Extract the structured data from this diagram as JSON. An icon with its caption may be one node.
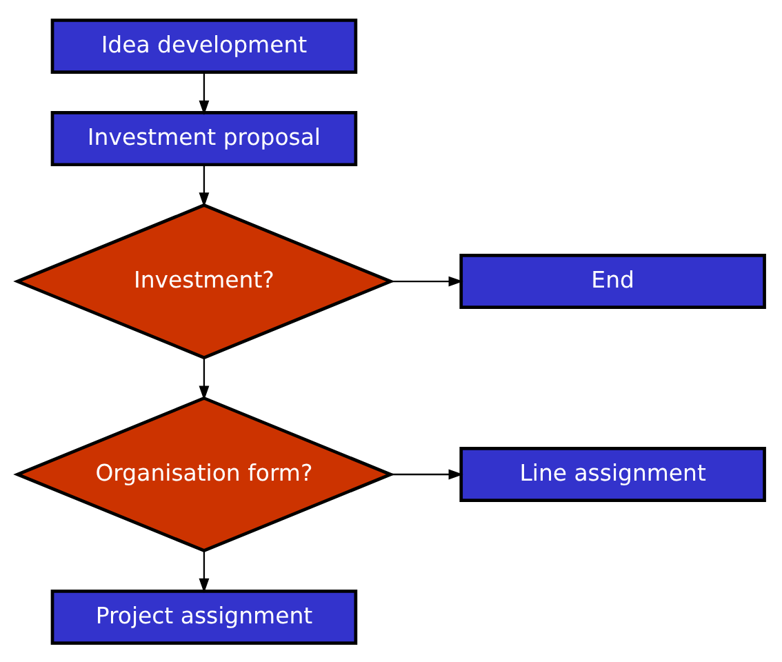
{
  "diagram": {
    "nodes": [
      {
        "text": [
          "Idea development"
        ]
      },
      {
        "text": [
          "Investment proposal"
        ]
      },
      {
        "text": [
          "Investment?"
        ]
      },
      {
        "text": [
          "End"
        ]
      },
      {
        "text": [
          "Organisation form?"
        ]
      },
      {
        "text": [
          "Line assignment"
        ]
      },
      {
        "text": [
          "Project assignment"
        ]
      }
    ],
    "edges": [
      {
        "from": 0,
        "to": 1,
        "arrow": "to"
      },
      {
        "from": 1,
        "to": 2,
        "arrow": "to"
      },
      {
        "from": 2,
        "to": 3,
        "arrow": "to"
      },
      {
        "from": 2,
        "to": 4,
        "arrow": "to"
      },
      {
        "from": 4,
        "to": 5,
        "arrow": "to"
      },
      {
        "from": 4,
        "to": 6,
        "arrow": "to"
      }
    ]
  }
}
